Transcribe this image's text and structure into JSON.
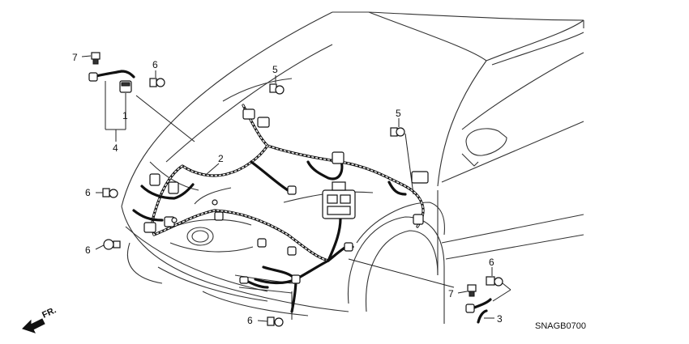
{
  "diagram": {
    "code": "SNAGB0700",
    "direction_label": "FR.",
    "callouts": [
      {
        "id": "c7a",
        "label": "7"
      },
      {
        "id": "c6a",
        "label": "6"
      },
      {
        "id": "c1",
        "label": "1"
      },
      {
        "id": "c4",
        "label": "4"
      },
      {
        "id": "c5a",
        "label": "5"
      },
      {
        "id": "c2",
        "label": "2"
      },
      {
        "id": "c5b",
        "label": "5"
      },
      {
        "id": "c6b",
        "label": "6"
      },
      {
        "id": "c6c",
        "label": "6"
      },
      {
        "id": "c6d",
        "label": "6"
      },
      {
        "id": "c7b",
        "label": "7"
      },
      {
        "id": "c6e",
        "label": "6"
      },
      {
        "id": "c3",
        "label": "3"
      }
    ]
  }
}
